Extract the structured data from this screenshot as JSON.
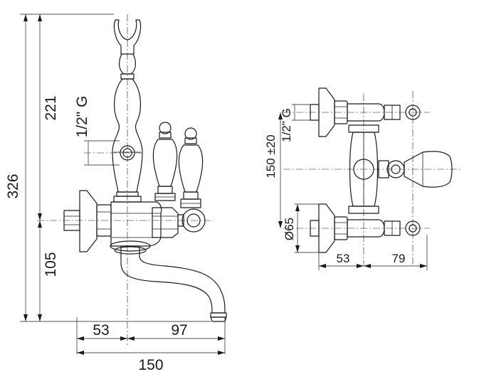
{
  "left_view": {
    "dim_total_height": "326",
    "dim_upper_height": "221",
    "dim_connection": "1/2\" G",
    "dim_lower_height": "105",
    "dim_left_width": "53",
    "dim_right_width": "97",
    "dim_total_width": "150"
  },
  "right_view": {
    "dim_connection": "1/2\" G",
    "dim_spacing": "150 ±20",
    "dim_diameter": "Ø65",
    "dim_left_width": "53",
    "dim_right_width": "79"
  }
}
